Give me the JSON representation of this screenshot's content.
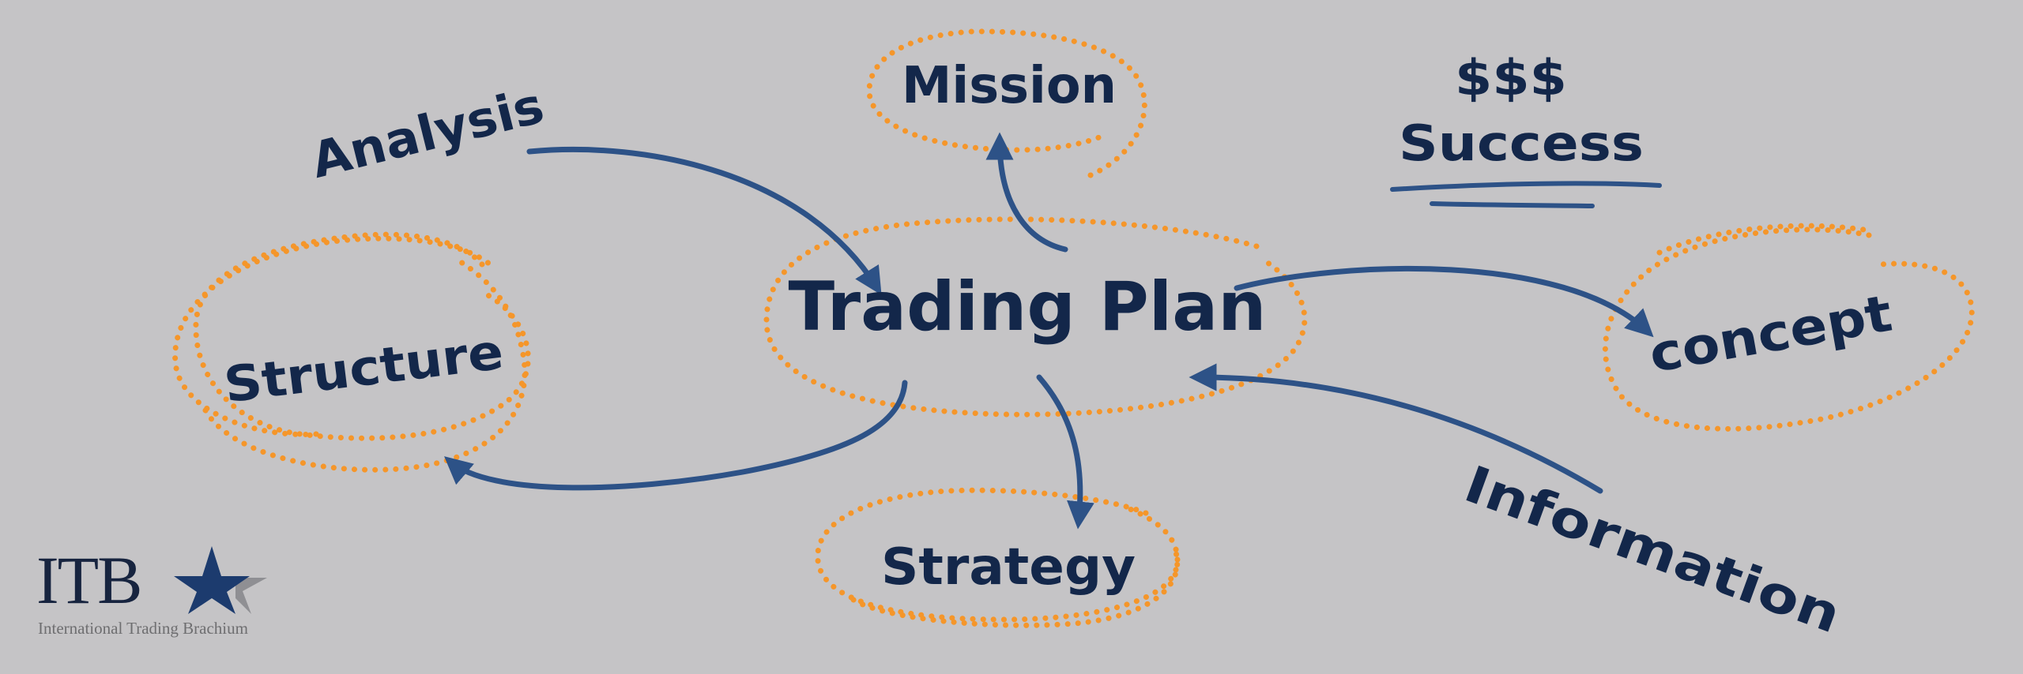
{
  "diagram": {
    "center": "Trading Plan",
    "nodes": {
      "mission": "Mission",
      "structure": "Structure",
      "strategy": "Strategy",
      "concept": "concept",
      "analysis": "Analysis",
      "information": "Information",
      "dollars": "$$$",
      "success": "Success"
    }
  },
  "logo": {
    "letters": "ITB",
    "tagline": "International Trading Brachium"
  },
  "colors": {
    "background": "#c5c4c6",
    "text": "#13274a",
    "arrow": "#2d5287",
    "dots": "#f5962a"
  }
}
